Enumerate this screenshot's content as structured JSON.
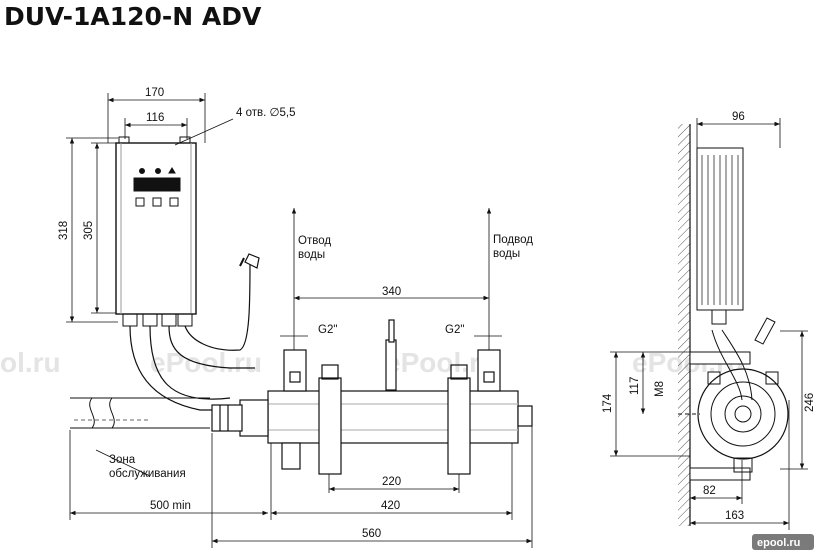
{
  "title": "DUV-1A120-N ADV",
  "watermark": "ePool.ru",
  "watermark_left": "ol.ru",
  "logo_text": "epool.ru",
  "labels": {
    "mount_holes": "4 отв. ∅5,5",
    "outlet_line1": "Отвод",
    "outlet_line2": "воды",
    "inlet_line1": "Подвод",
    "inlet_line2": "воды",
    "service_zone_line1": "Зона",
    "service_zone_line2": "обслуживания",
    "thread_left": "G2\"",
    "thread_right": "G2\"",
    "thread_m8": "M8"
  },
  "dimensions": {
    "d170": "170",
    "d116": "116",
    "d318": "318",
    "d305": "305",
    "d340": "340",
    "d220": "220",
    "d420": "420",
    "d500": "500 min",
    "d560": "560",
    "d96": "96",
    "d174": "174",
    "d117": "117",
    "d246": "246",
    "d82": "82",
    "d163": "163"
  }
}
